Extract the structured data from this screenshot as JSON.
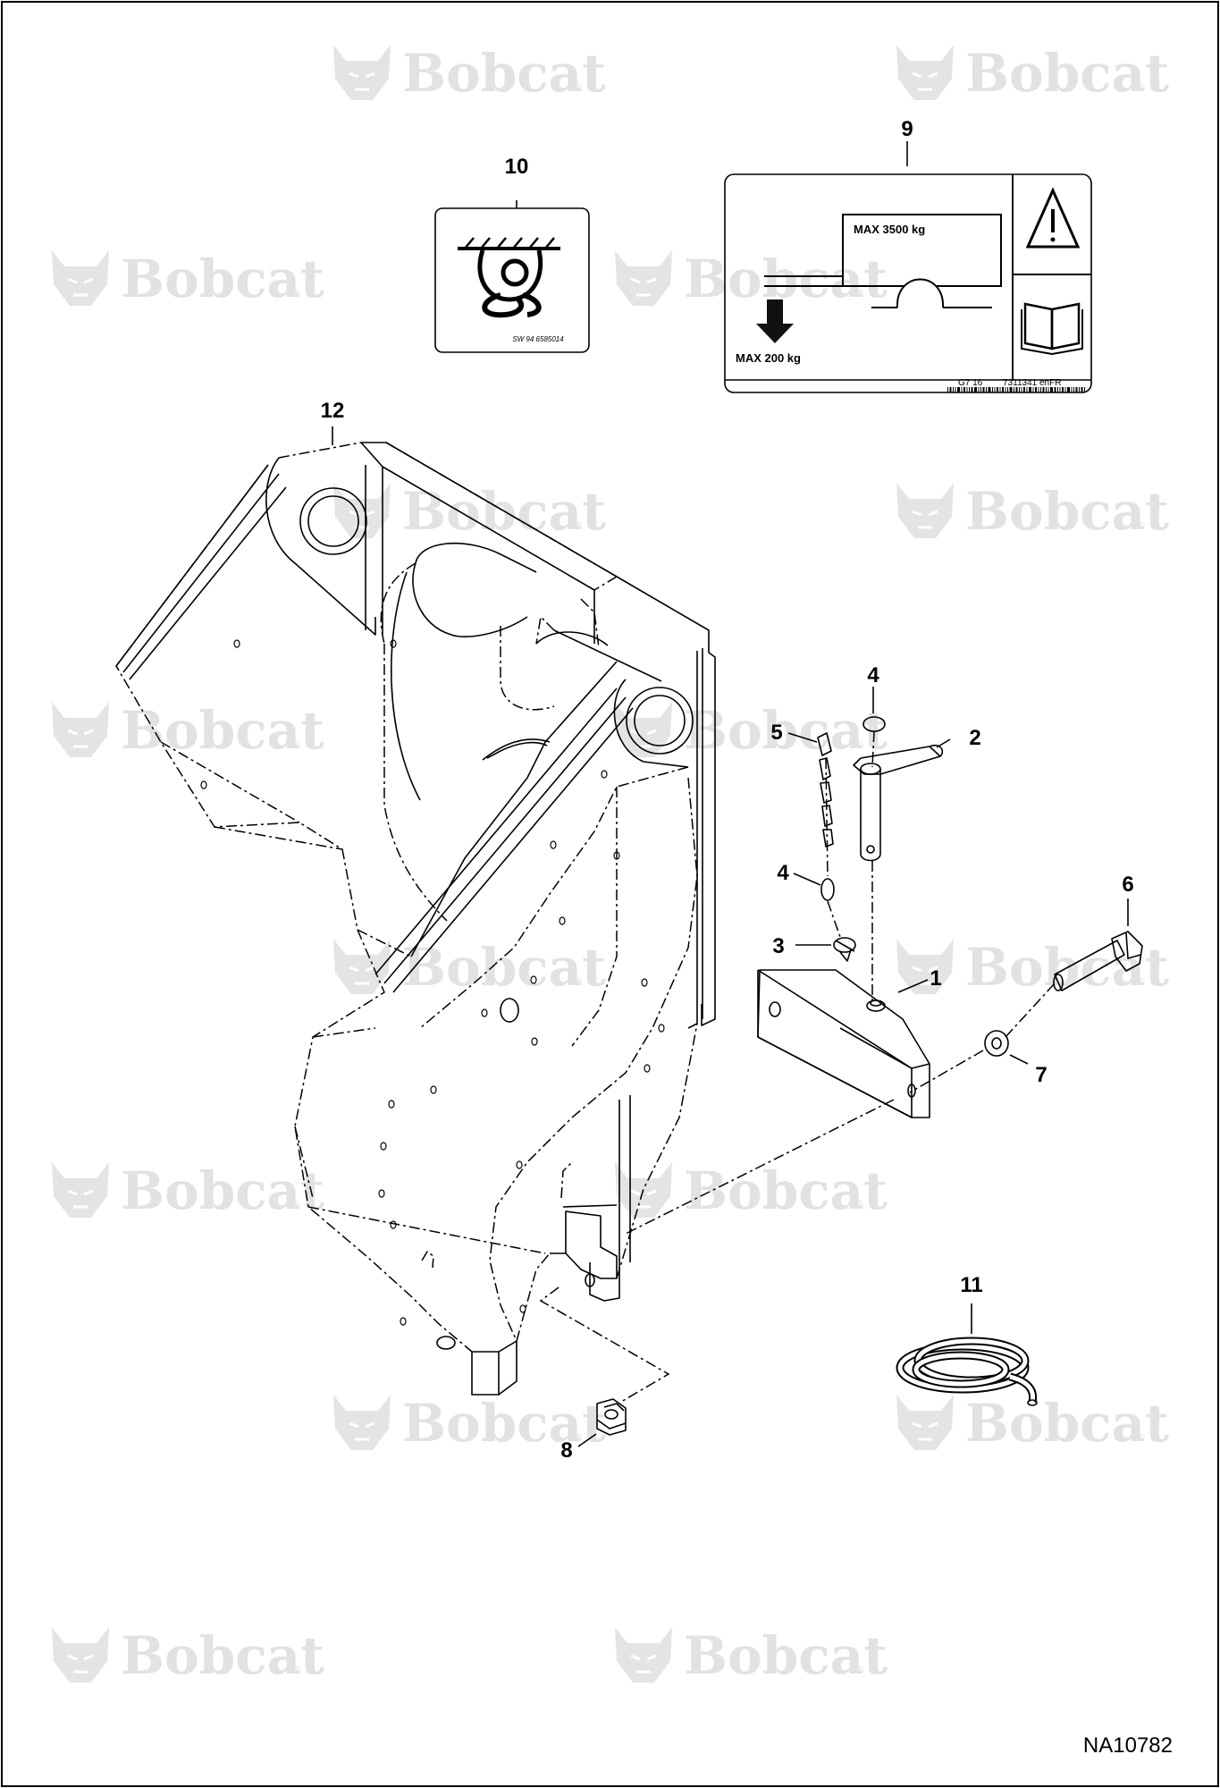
{
  "diagram": {
    "drawing_number": "NA10782",
    "watermark_text": "Bobcat",
    "watermark_mark": "®",
    "callouts": [
      "1",
      "2",
      "3",
      "4",
      "4",
      "5",
      "6",
      "7",
      "8",
      "9",
      "10",
      "11",
      "12"
    ],
    "decal_9": {
      "max_trailer_load": "MAX 3500 kg",
      "max_tongue_load": "MAX 200 kg",
      "code_left": "G7 16",
      "code_right": "7311341 enFR"
    },
    "decal_10": {
      "code": "SW 94   6585014"
    }
  }
}
